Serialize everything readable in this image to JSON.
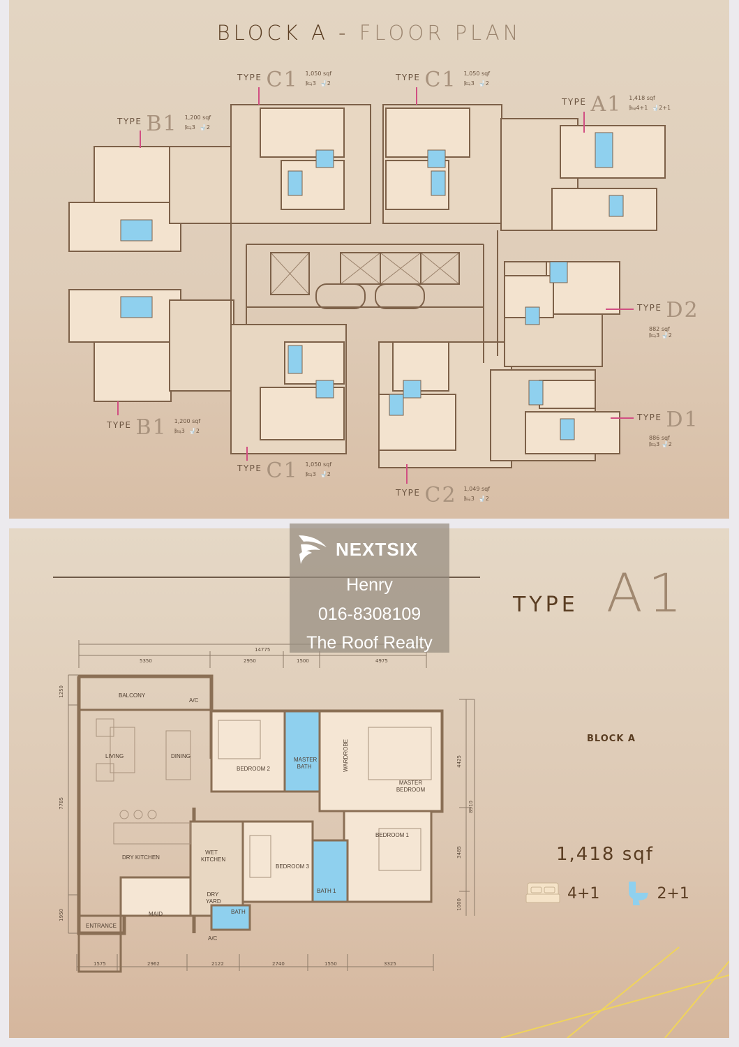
{
  "top_panel": {
    "title_part1": "BLOCK A -",
    "title_part2": "FLOOR PLAN",
    "unit_types": [
      {
        "type_word": "TYPE",
        "code": "C1",
        "area": "1,050 sqf",
        "bedrooms": "3",
        "bathrooms": "2",
        "position": "top-left-center"
      },
      {
        "type_word": "TYPE",
        "code": "C1",
        "area": "1,050 sqf",
        "bedrooms": "3",
        "bathrooms": "2",
        "position": "top-right-center"
      },
      {
        "type_word": "TYPE",
        "code": "A1",
        "area": "1,418 sqf",
        "bedrooms": "4+1",
        "bathrooms": "2+1",
        "position": "top-right"
      },
      {
        "type_word": "TYPE",
        "code": "B1",
        "area": "1,200 sqf",
        "bedrooms": "3",
        "bathrooms": "2",
        "position": "top-left"
      },
      {
        "type_word": "TYPE",
        "code": "D2",
        "area": "882 sqf",
        "bedrooms": "3",
        "bathrooms": "2",
        "position": "right-upper"
      },
      {
        "type_word": "TYPE",
        "code": "D1",
        "area": "886 sqf",
        "bedrooms": "3",
        "bathrooms": "2",
        "position": "right-lower"
      },
      {
        "type_word": "TYPE",
        "code": "B1",
        "area": "1,200 sqf",
        "bedrooms": "3",
        "bathrooms": "2",
        "position": "bottom-left"
      },
      {
        "type_word": "TYPE",
        "code": "C1",
        "area": "1,050 sqf",
        "bedrooms": "3",
        "bathrooms": "2",
        "position": "bottom-center"
      },
      {
        "type_word": "TYPE",
        "code": "C2",
        "area": "1,049 sqf",
        "bedrooms": "3",
        "bathrooms": "2",
        "position": "bottom-right-center"
      }
    ]
  },
  "watermark": {
    "brand": "NEXTSIX",
    "agent_name": "Henry",
    "phone": "016-8308109",
    "agency": "The Roof Realty"
  },
  "bottom_panel": {
    "type_word": "TYPE",
    "type_code": "A1",
    "area": "1,418 sqf",
    "bedrooms": "4+1",
    "bathrooms": "2+1",
    "keyplan_label": "BLOCK A",
    "rooms": {
      "balcony": "BALCONY",
      "ac_top": "A/C",
      "living": "LIVING",
      "dining": "DINING",
      "bedroom2": "BEDROOM 2",
      "master_bath": "MASTER BATH",
      "wardrobe": "WARDROBE",
      "master_bedroom": "MASTER BEDROOM",
      "dry_kitchen": "DRY KITCHEN",
      "wet_kitchen": "WET KITCHEN",
      "bedroom3": "BEDROOM 3",
      "bath1": "BATH 1",
      "bedroom1": "BEDROOM 1",
      "dry_yard": "DRY YARD",
      "maid": "MAID",
      "entrance": "ENTRANCE",
      "bath": "BATH",
      "ac_bottom": "A/C"
    },
    "dimensions": {
      "top_total": "14775",
      "top_segments": [
        "5350",
        "2950",
        "1500",
        "4975"
      ],
      "bottom_segments": [
        "1575",
        "2962",
        "2122",
        "2740",
        "1550",
        "3325"
      ],
      "left_segments": [
        "1250",
        "7785",
        "1950"
      ],
      "right_segments": [
        "4425",
        "3485",
        "1000"
      ],
      "right_total": "8910"
    }
  },
  "colors": {
    "wall": "#8a6f55",
    "room_fill": "#f5e6d4",
    "bath_fill": "#8fd0ee",
    "leader": "#d14f82",
    "accent_gold": "#f0d45a",
    "title_dark": "#5a3d22",
    "title_light": "#9c8670"
  }
}
